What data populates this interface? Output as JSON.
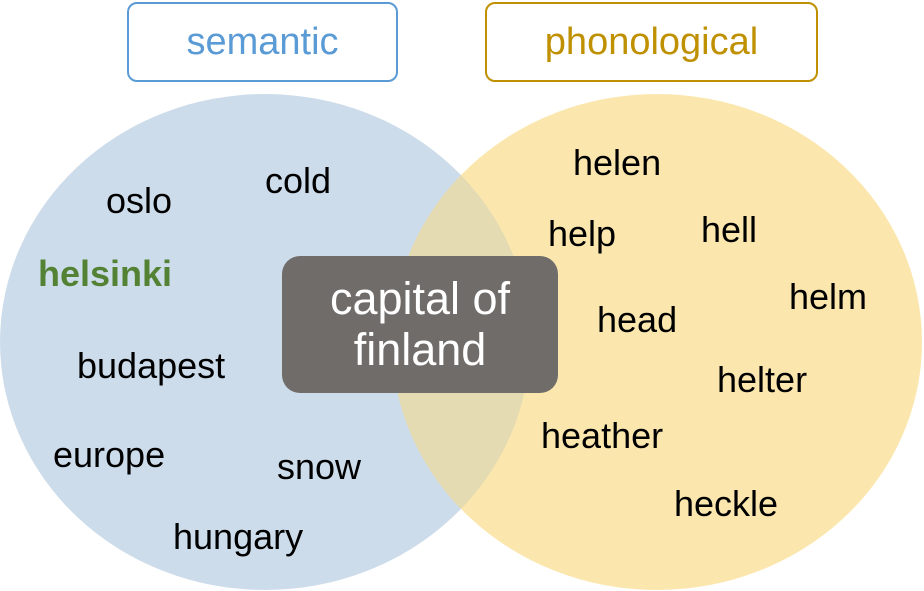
{
  "colors": {
    "semantic_circle": "#cddcea",
    "phonological_circle": "#fbe7ae",
    "overlap": "#e5dbb2",
    "semantic_accent": "#5b9bd5",
    "phonological_accent": "#bf9000",
    "highlight": "#548235",
    "center_box": "#706c6a"
  },
  "labels": {
    "semantic": "semantic",
    "phonological": "phonological"
  },
  "center": {
    "line1": "capital of",
    "line2": "finland"
  },
  "semantic_words": [
    "oslo",
    "cold",
    "helsinki",
    "budapest",
    "europe",
    "snow",
    "hungary"
  ],
  "phonological_words": [
    "helen",
    "help",
    "hell",
    "helm",
    "head",
    "helter",
    "heather",
    "heckle"
  ]
}
